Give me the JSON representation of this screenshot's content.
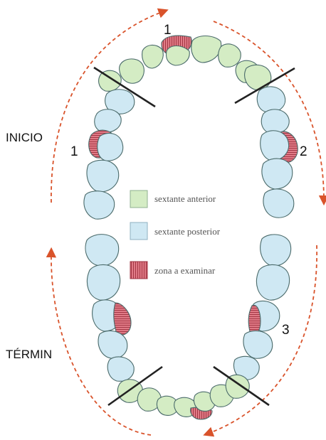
{
  "labels": {
    "inicio": "INICIO",
    "termino": "TÉRMIN",
    "num_1_top": "1",
    "num_1_left": "1",
    "num_2": "2",
    "num_3": "3"
  },
  "legend": {
    "items": [
      {
        "label": "sextante anterior",
        "color": "#d4ecc4"
      },
      {
        "label": "sextante posterior",
        "color": "#cfe8f3"
      },
      {
        "label": "zona a examinar",
        "color": "#e89aa3"
      }
    ]
  },
  "colors": {
    "arrow": "#d9532b",
    "divider": "#222222",
    "tooth_stroke": "#4a6a6a",
    "anterior_fill": "#d4ecc4",
    "posterior_fill": "#cfe8f3",
    "exam_fill": "#e07a86",
    "exam_hatch": "#9c2f3d"
  }
}
